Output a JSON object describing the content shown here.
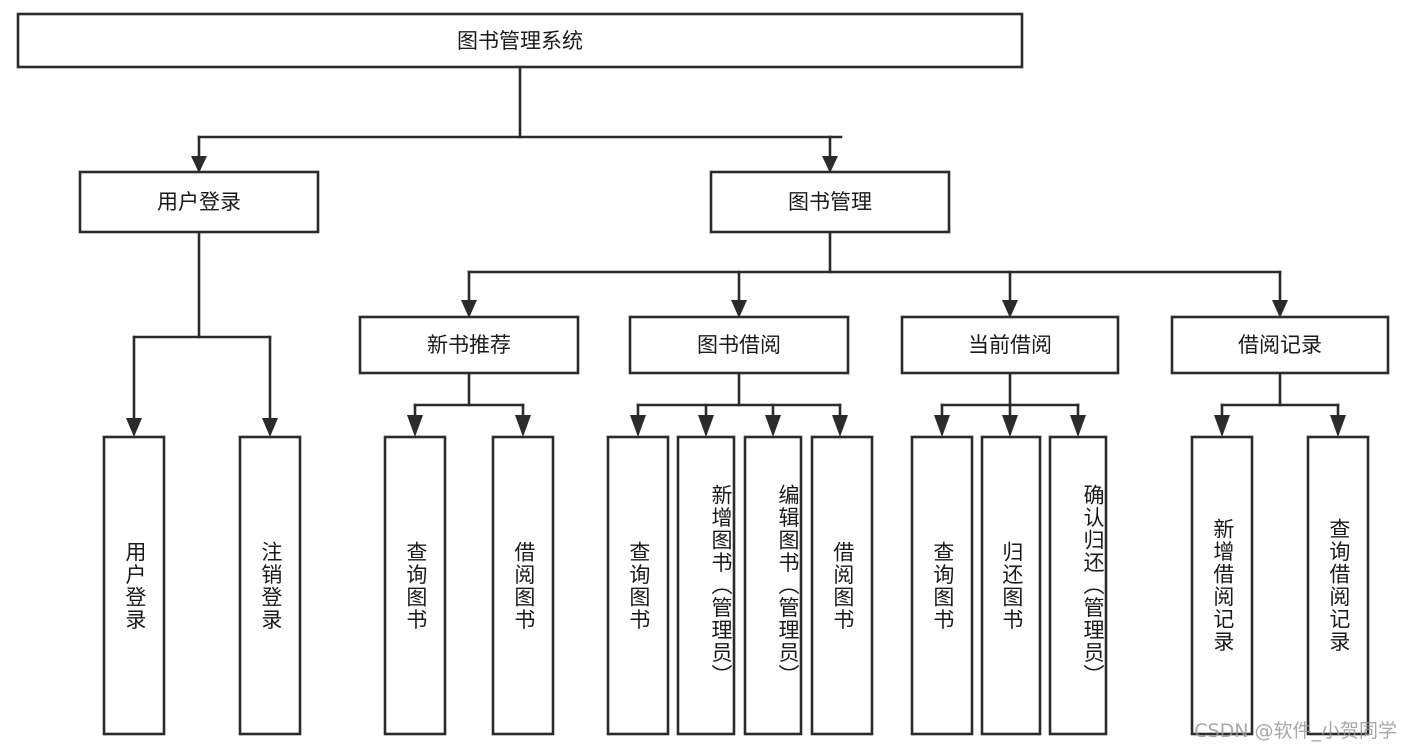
{
  "diagram": {
    "title": "图书管理系统",
    "type": "tree-hierarchy",
    "root": {
      "label": "图书管理系统"
    },
    "level1": [
      {
        "label": "用户登录"
      },
      {
        "label": "图书管理"
      }
    ],
    "level2": [
      {
        "label": "新书推荐",
        "parent": "图书管理"
      },
      {
        "label": "图书借阅",
        "parent": "图书管理"
      },
      {
        "label": "当前借阅",
        "parent": "图书管理"
      },
      {
        "label": "借阅记录",
        "parent": "图书管理"
      }
    ],
    "leaves": [
      {
        "label": "用户登录",
        "parent": "用户登录"
      },
      {
        "label": "注销登录",
        "parent": "用户登录"
      },
      {
        "label": "查询图书",
        "parent": "新书推荐"
      },
      {
        "label": "借阅图书",
        "parent": "新书推荐"
      },
      {
        "label": "查询图书",
        "parent": "图书借阅"
      },
      {
        "label": "新增图书（管理员）",
        "parent": "图书借阅"
      },
      {
        "label": "编辑图书（管理员）",
        "parent": "图书借阅"
      },
      {
        "label": "借阅图书",
        "parent": "图书借阅"
      },
      {
        "label": "查询图书",
        "parent": "当前借阅"
      },
      {
        "label": "归还图书",
        "parent": "当前借阅"
      },
      {
        "label": "确认归还（管理员）",
        "parent": "当前借阅"
      },
      {
        "label": "新增借阅记录",
        "parent": "借阅记录"
      },
      {
        "label": "查询借阅记录",
        "parent": "借阅记录"
      }
    ]
  },
  "watermark": {
    "text": "CSDN @软件_小贺同学"
  },
  "colors": {
    "stroke": "#2b2b2b",
    "fill": "#ffffff",
    "text": "#1a1a1a",
    "watermark": "#9a9a9a"
  }
}
